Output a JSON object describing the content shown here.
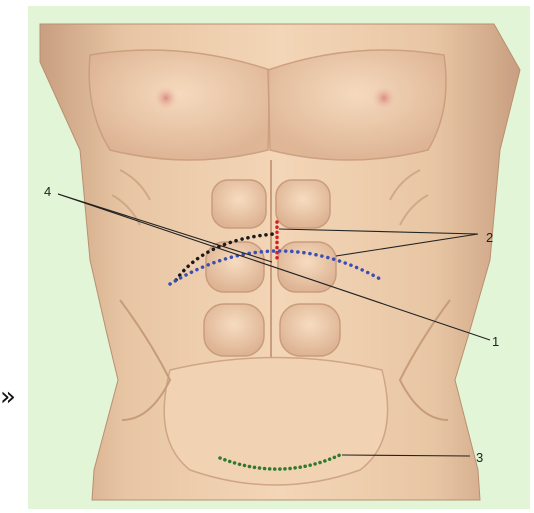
{
  "side_mark": "»",
  "callouts": {
    "label_1": "1",
    "label_2": "2",
    "label_3": "3",
    "label_4": "4"
  },
  "colors": {
    "background": "#e3f5d7",
    "skin": "#efcfae",
    "skin_shadow": "#c79c7a",
    "dotted_black": "#1a1a1a",
    "dotted_red": "#d42020",
    "dotted_blue": "#3a4fb4",
    "dotted_green": "#2f7a2f"
  }
}
